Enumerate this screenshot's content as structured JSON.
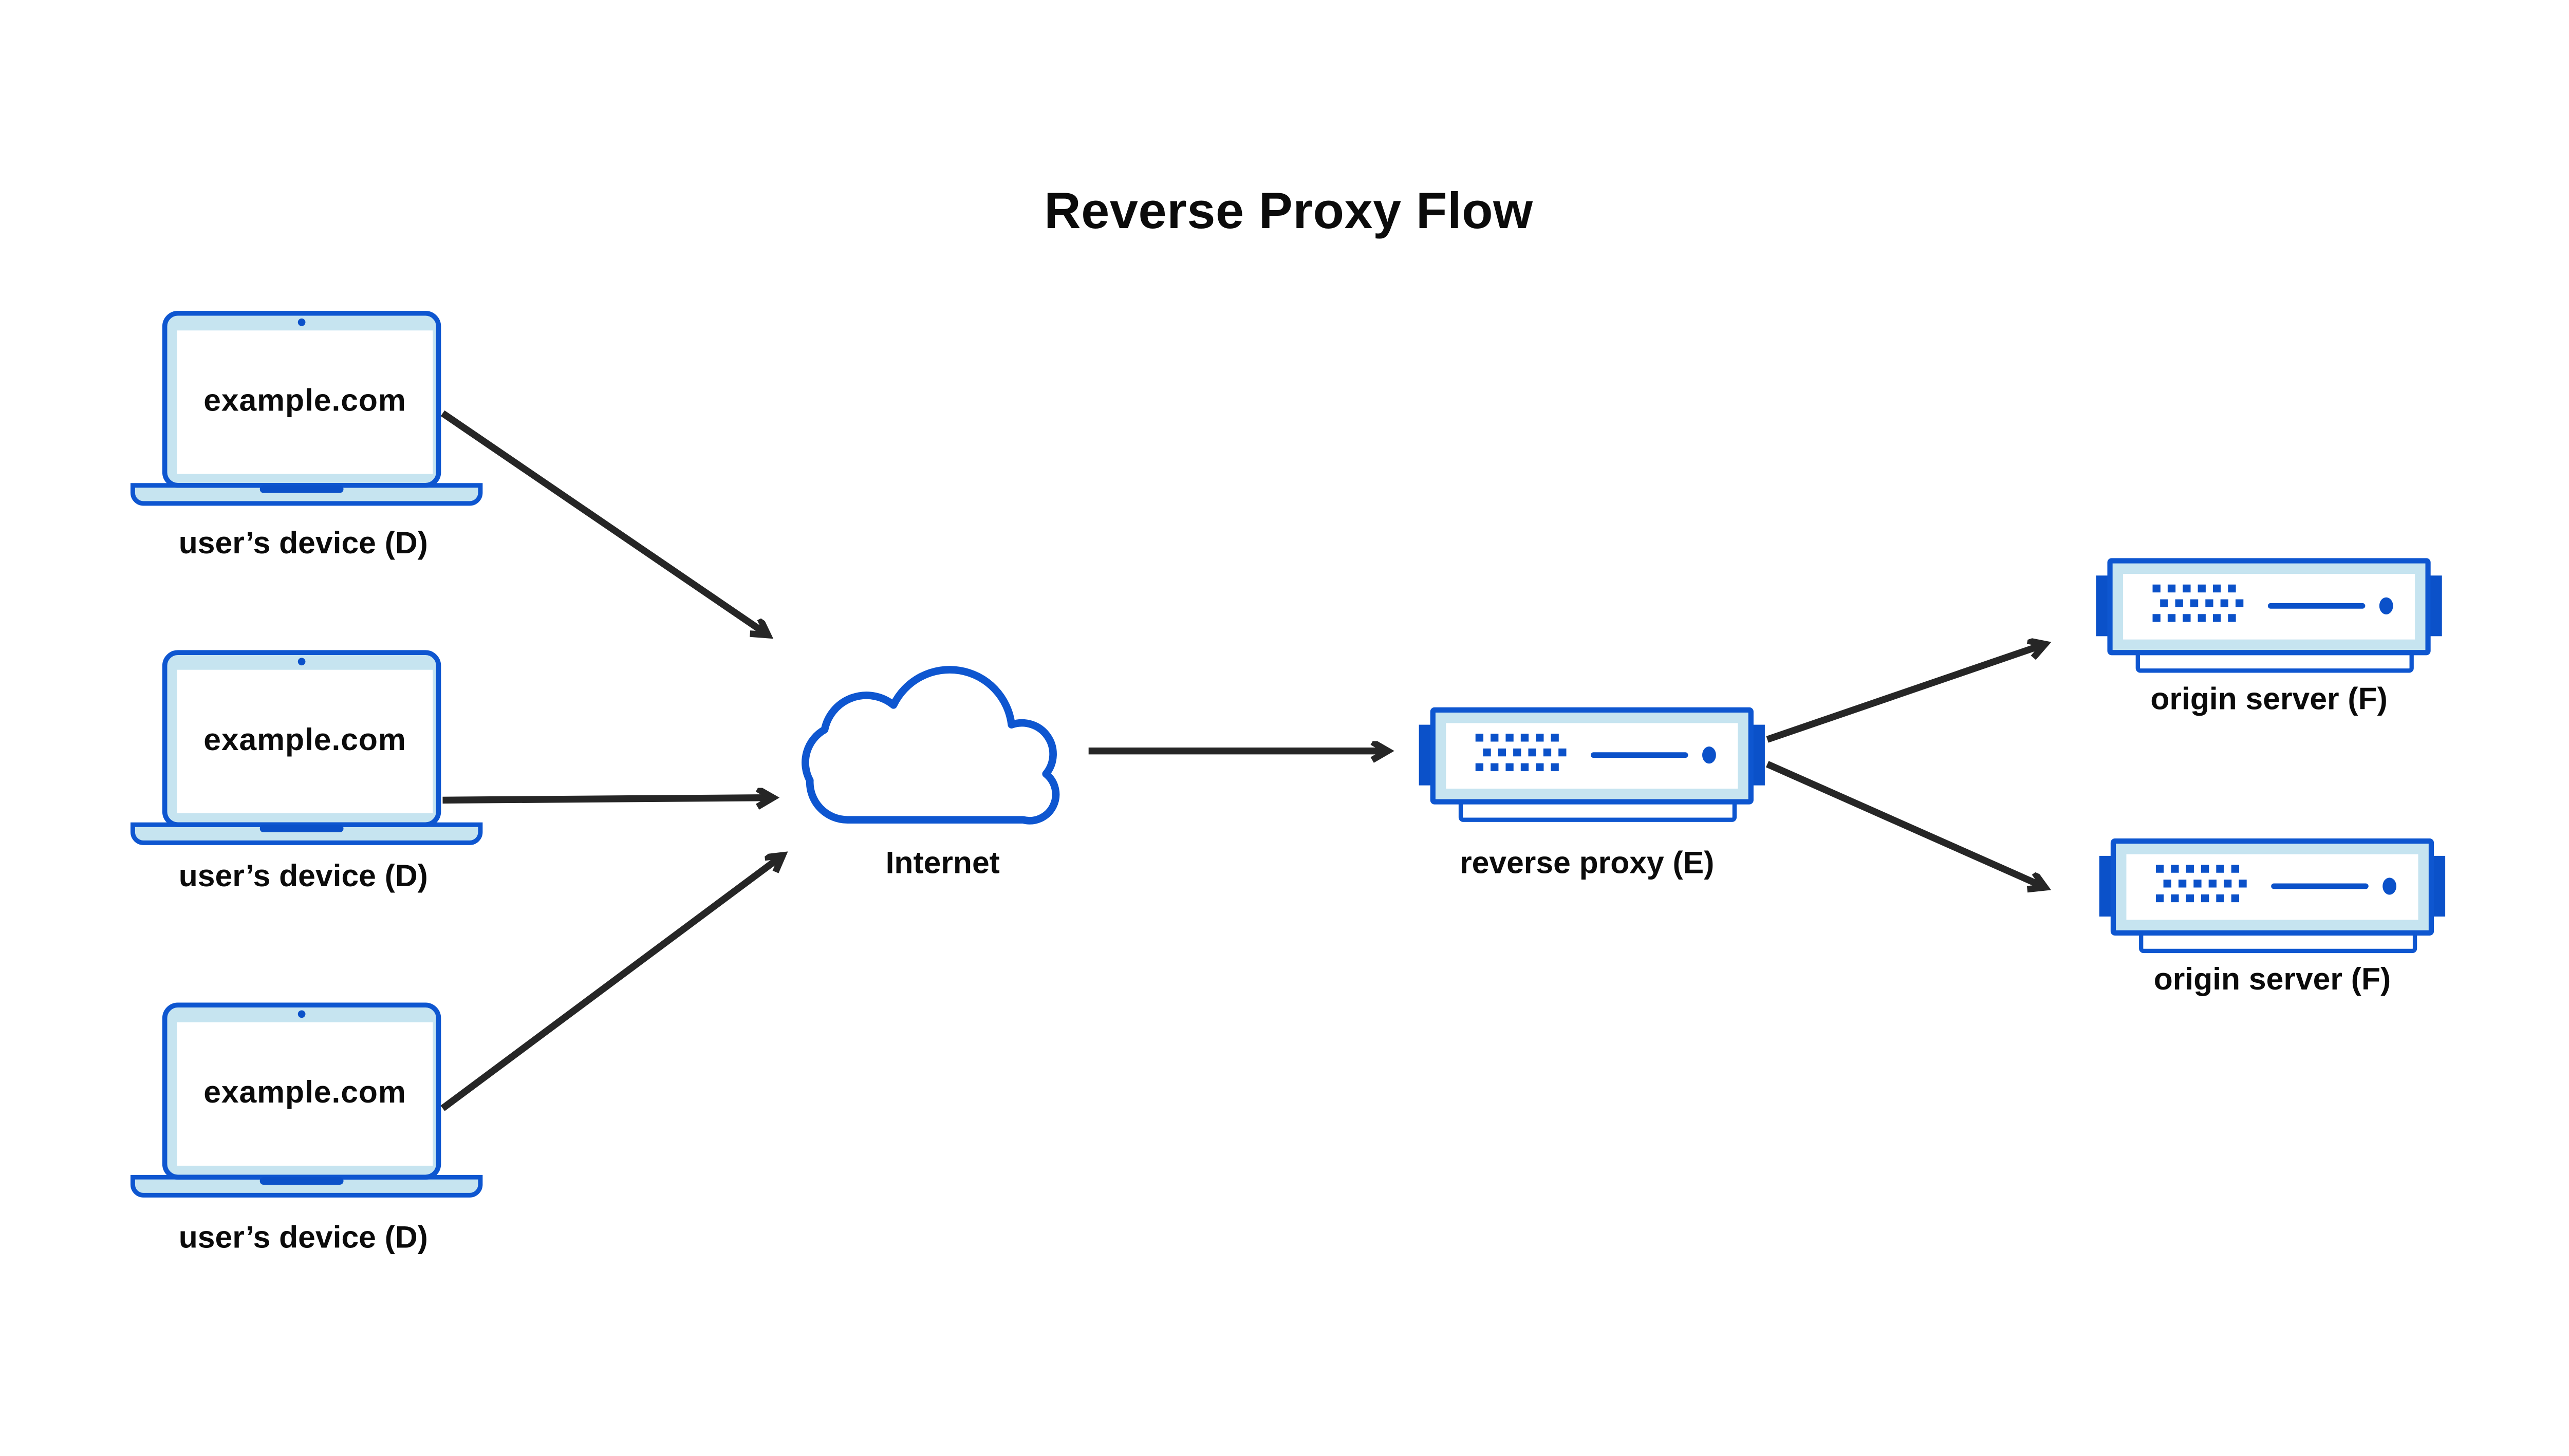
{
  "title": "Reverse Proxy Flow",
  "devices": [
    {
      "screen": "example.com",
      "caption": "user’s device (D)"
    },
    {
      "screen": "example.com",
      "caption": "user’s device (D)"
    },
    {
      "screen": "example.com",
      "caption": "user’s device (D)"
    }
  ],
  "internet": {
    "label": "Internet"
  },
  "reverse_proxy": {
    "label": "reverse proxy (E)"
  },
  "origin_servers": [
    {
      "label": "origin server (F)"
    },
    {
      "label": "origin server (F)"
    }
  ],
  "colors": {
    "accent_blue": "#0E56D0",
    "solid_blue": "#0B51C9",
    "light_blue": "#C6E4F0",
    "arrow": "#262626",
    "text": "#0B0B0B",
    "background": "#FFFFFF"
  }
}
